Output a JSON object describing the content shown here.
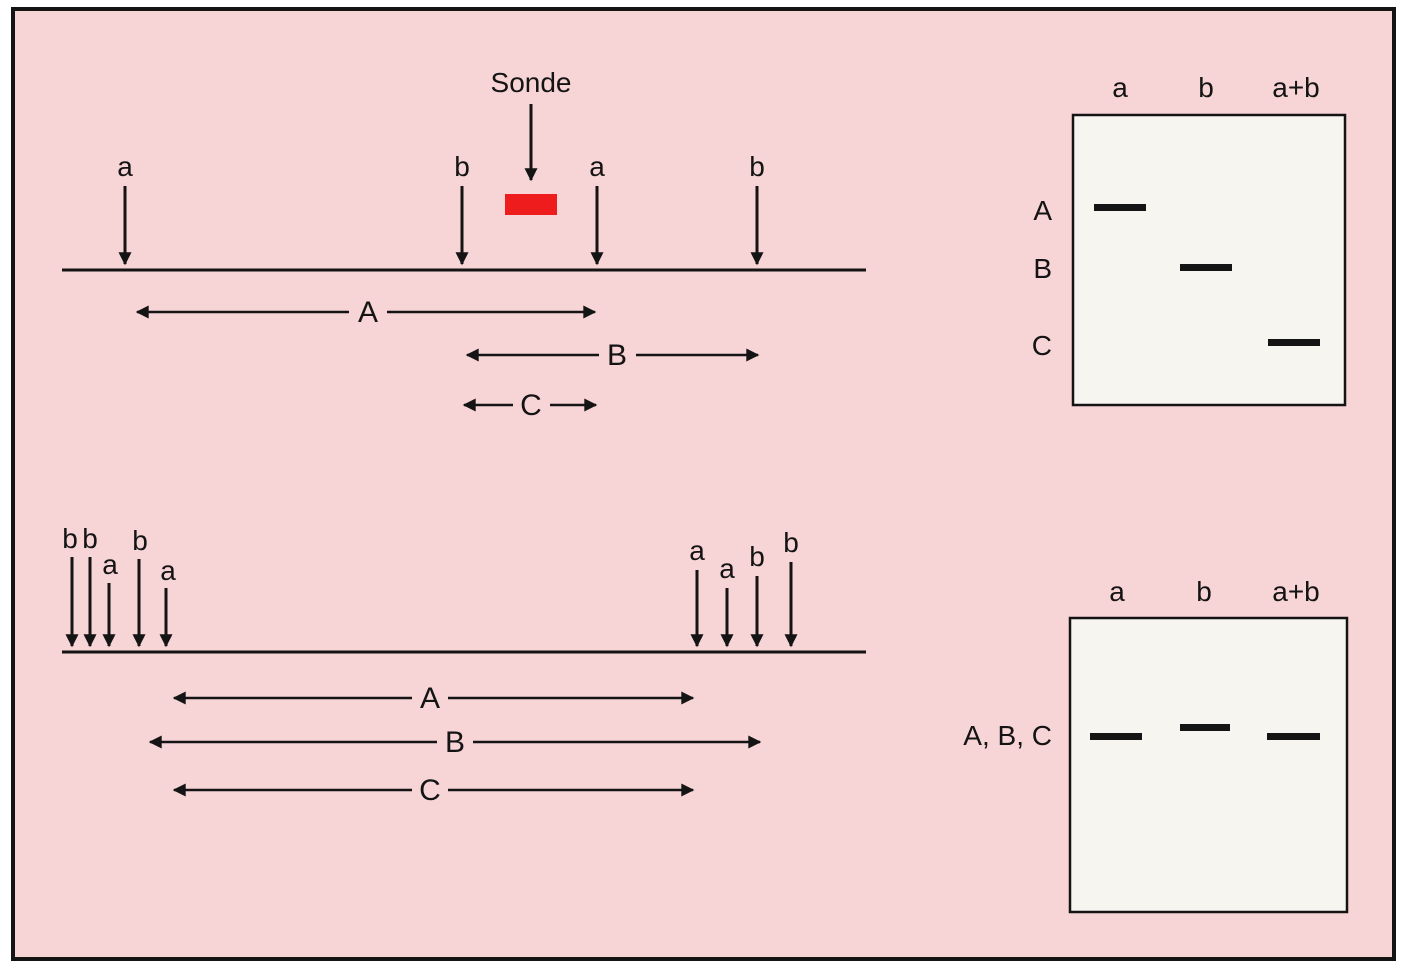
{
  "colors": {
    "page": "#ffffff",
    "panel": "#f7d4d6",
    "ink": "#141414",
    "probe": "#ee1c1c",
    "gel": "#f6f5f0"
  },
  "top_map": {
    "probe_label": "Sonde",
    "site_labels": [
      "a",
      "b",
      "a",
      "b"
    ],
    "fragments": [
      "A",
      "B",
      "C"
    ]
  },
  "top_gel": {
    "lanes": [
      "a",
      "b",
      "a+b"
    ],
    "rows": [
      "A",
      "B",
      "C"
    ],
    "bands": [
      {
        "lane": "a",
        "row": "A"
      },
      {
        "lane": "b",
        "row": "B"
      },
      {
        "lane": "a+b",
        "row": "C"
      }
    ]
  },
  "bottom_map": {
    "left_sites": [
      "b",
      "b",
      "a",
      "b",
      "a"
    ],
    "right_sites": [
      "a",
      "a",
      "b",
      "b"
    ],
    "fragments": [
      "A",
      "B",
      "C"
    ]
  },
  "bottom_gel": {
    "lanes": [
      "a",
      "b",
      "a+b"
    ],
    "row_label": "A, B, C",
    "bands": [
      {
        "lane": "a",
        "row": "A, B, C"
      },
      {
        "lane": "b",
        "row": "A, B, C"
      },
      {
        "lane": "a+b",
        "row": "A, B, C"
      }
    ]
  }
}
